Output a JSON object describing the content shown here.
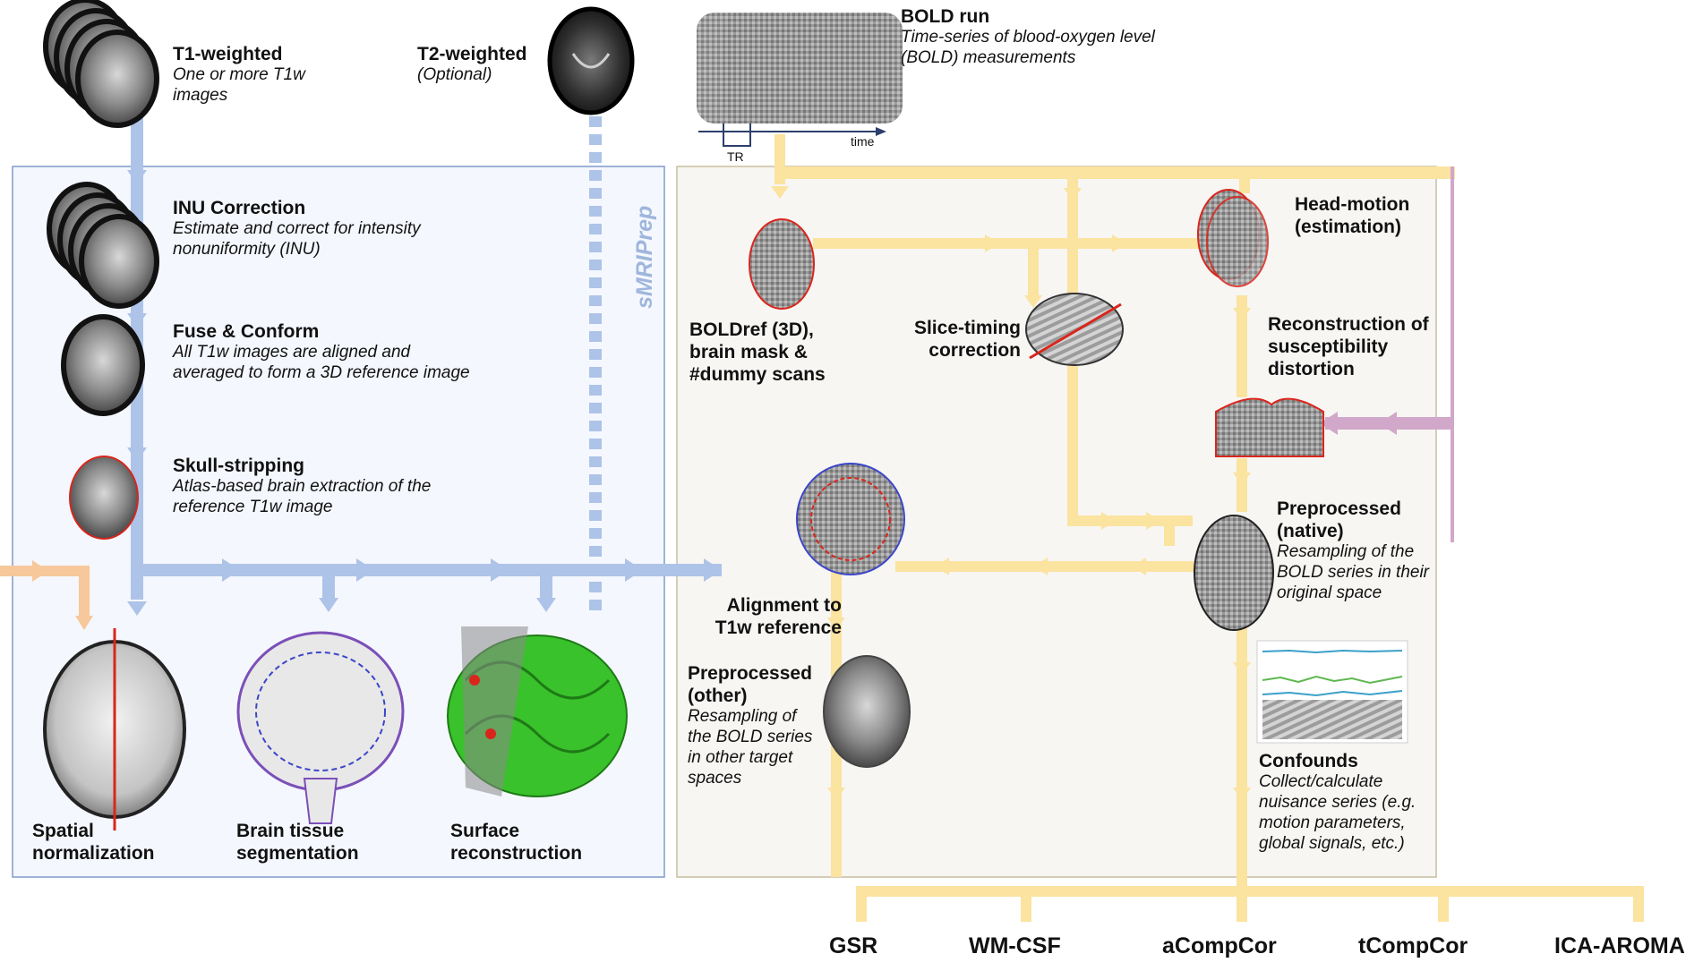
{
  "nodes": {
    "t1w": {
      "title": "T1-weighted",
      "desc": "One or more T1w images"
    },
    "t2w": {
      "title": "T2-weighted",
      "desc": "(Optional)"
    },
    "bold_run": {
      "title": "BOLD run",
      "desc": "Time-series of blood-oxygen level (BOLD) measurements",
      "axis_label": "time",
      "tr_label": "TR"
    },
    "inu": {
      "title": "INU Correction",
      "desc": "Estimate and correct for intensity nonuniformity (INU)"
    },
    "fuse": {
      "title": "Fuse & Conform",
      "desc": "All T1w images are aligned and averaged to form a 3D reference image"
    },
    "skull": {
      "title": "Skull-stripping",
      "desc": "Atlas-based brain extraction of the reference T1w image"
    },
    "spatial": {
      "title": "Spatial normalization"
    },
    "tissue": {
      "title": "Brain tissue segmentation"
    },
    "surface": {
      "title": "Surface reconstruction"
    },
    "boldref": {
      "title": "BOLDref (3D), brain mask & #dummy scans"
    },
    "slice": {
      "title": "Slice-timing correction"
    },
    "motion": {
      "title": "Head-motion (estimation)"
    },
    "sdc": {
      "title": "Reconstruction of susceptibility distortion"
    },
    "align": {
      "title": "Alignment to T1w reference"
    },
    "native": {
      "title": "Preprocessed (native)",
      "desc": "Resampling of the BOLD series in their original space"
    },
    "other": {
      "title": "Preprocessed (other)",
      "desc": "Resampling of the BOLD series in other target spaces"
    },
    "confounds": {
      "title": "Confounds",
      "desc": "Collect/calculate nuisance series (e.g. motion parameters, global signals, etc.)"
    }
  },
  "smriprep_label": "sMRIPrep",
  "outputs": [
    "GSR",
    "WM-CSF",
    "aCompCor",
    "tCompCor",
    "ICA-AROMA"
  ],
  "colors": {
    "anatomical_flow": "#aec3e8",
    "functional_flow": "#fbe3a0",
    "template_flow": "#f7c89b",
    "fieldmap_flow": "#d1a8c9",
    "smriprep_border": "#7e9ccb",
    "smriprep_fill": "#f4f7fd",
    "fmriprep_border": "#c9bd9f",
    "fmriprep_fill": "#f7f6f3",
    "mask_contour": "#d9261c",
    "wm_contour": "#3b46c8",
    "surface_green": "#39c22b"
  }
}
